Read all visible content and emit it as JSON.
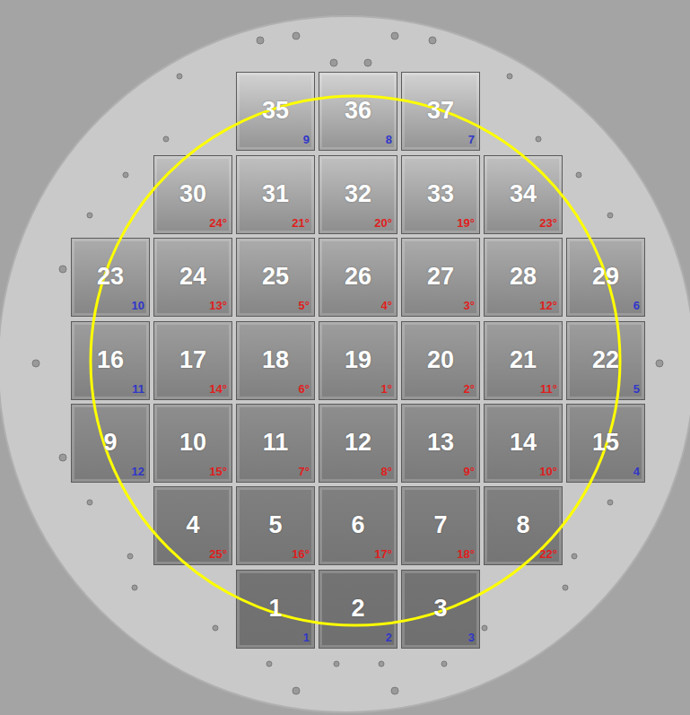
{
  "diagram": {
    "nodes": [
      {
        "text": [
          "35",
          "9"
        ]
      },
      {
        "text": [
          "36",
          "8"
        ]
      },
      {
        "text": [
          "37",
          "7"
        ]
      },
      {
        "text": [
          "30",
          "24°"
        ]
      },
      {
        "text": [
          "31",
          "21°"
        ]
      },
      {
        "text": [
          "32",
          "20°"
        ]
      },
      {
        "text": [
          "33",
          "19°"
        ]
      },
      {
        "text": [
          "34",
          "23°"
        ]
      },
      {
        "text": [
          "23",
          "10"
        ]
      },
      {
        "text": [
          "24",
          "13°"
        ]
      },
      {
        "text": [
          "25",
          "5°"
        ]
      },
      {
        "text": [
          "26",
          "4°"
        ]
      },
      {
        "text": [
          "27",
          "3°"
        ]
      },
      {
        "text": [
          "28",
          "12°"
        ]
      },
      {
        "text": [
          "29",
          "6"
        ]
      },
      {
        "text": [
          "16",
          "11"
        ]
      },
      {
        "text": [
          "17",
          "14°"
        ]
      },
      {
        "text": [
          "18",
          "6°"
        ]
      },
      {
        "text": [
          "19",
          "1°"
        ]
      },
      {
        "text": [
          "20",
          "2°"
        ]
      },
      {
        "text": [
          "21",
          "11°"
        ]
      },
      {
        "text": [
          "22",
          "5"
        ]
      },
      {
        "text": [
          "9",
          "12"
        ]
      },
      {
        "text": [
          "10",
          "15°"
        ]
      },
      {
        "text": [
          "11",
          "7°"
        ]
      },
      {
        "text": [
          "12",
          "8°"
        ]
      },
      {
        "text": [
          "13",
          "9°"
        ]
      },
      {
        "text": [
          "14",
          "10°"
        ]
      },
      {
        "text": [
          "15",
          "4"
        ]
      },
      {
        "text": [
          "4",
          "25°"
        ]
      },
      {
        "text": [
          "5",
          "16°"
        ]
      },
      {
        "text": [
          "6",
          "17°"
        ]
      },
      {
        "text": [
          "7",
          "18°"
        ]
      },
      {
        "text": [
          "8",
          "22°"
        ]
      },
      {
        "text": [
          "1",
          "1"
        ]
      },
      {
        "text": [
          "2",
          "2"
        ]
      },
      {
        "text": [
          "3",
          "3"
        ]
      }
    ]
  }
}
